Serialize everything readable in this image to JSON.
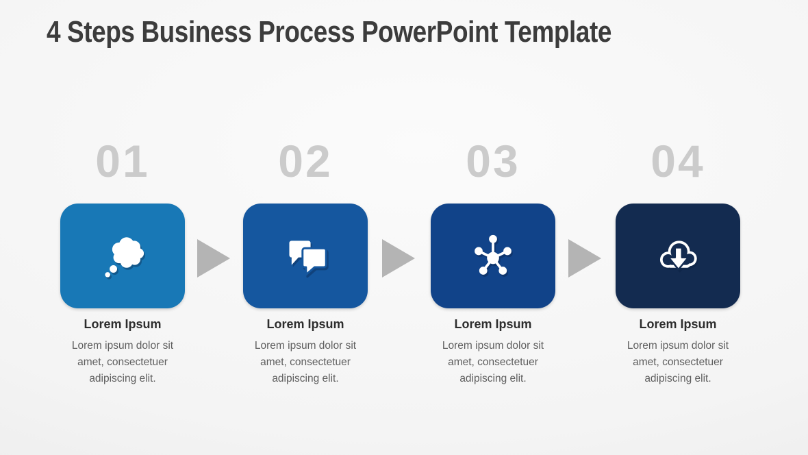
{
  "slide": {
    "title": "4 Steps Business Process PowerPoint Template"
  },
  "colors": {
    "background_center": "#fbfbfb",
    "background_edge": "#e7e7e7",
    "title_text": "#3c3c3c",
    "step_number": "#cbcbcb",
    "arrow": "#b4b4b4",
    "heading_text": "#2d2d2d",
    "body_text": "#5e5e5e",
    "icon": "#ffffff"
  },
  "steps": [
    {
      "number": "01",
      "icon": "thought-cloud-icon",
      "color": "#1878b6",
      "heading": "Lorem Ipsum",
      "description": "Lorem ipsum dolor sit amet, consectetuer adipiscing elit."
    },
    {
      "number": "02",
      "icon": "chat-bubbles-icon",
      "color": "#15579f",
      "heading": "Lorem Ipsum",
      "description": "Lorem ipsum dolor sit amet, consectetuer adipiscing elit."
    },
    {
      "number": "03",
      "icon": "network-hub-icon",
      "color": "#114389",
      "heading": "Lorem Ipsum",
      "description": "Lorem ipsum dolor sit amet, consectetuer adipiscing elit."
    },
    {
      "number": "04",
      "icon": "cloud-download-icon",
      "color": "#132b50",
      "heading": "Lorem Ipsum",
      "description": "Lorem ipsum dolor sit amet, consectetuer adipiscing elit."
    }
  ]
}
